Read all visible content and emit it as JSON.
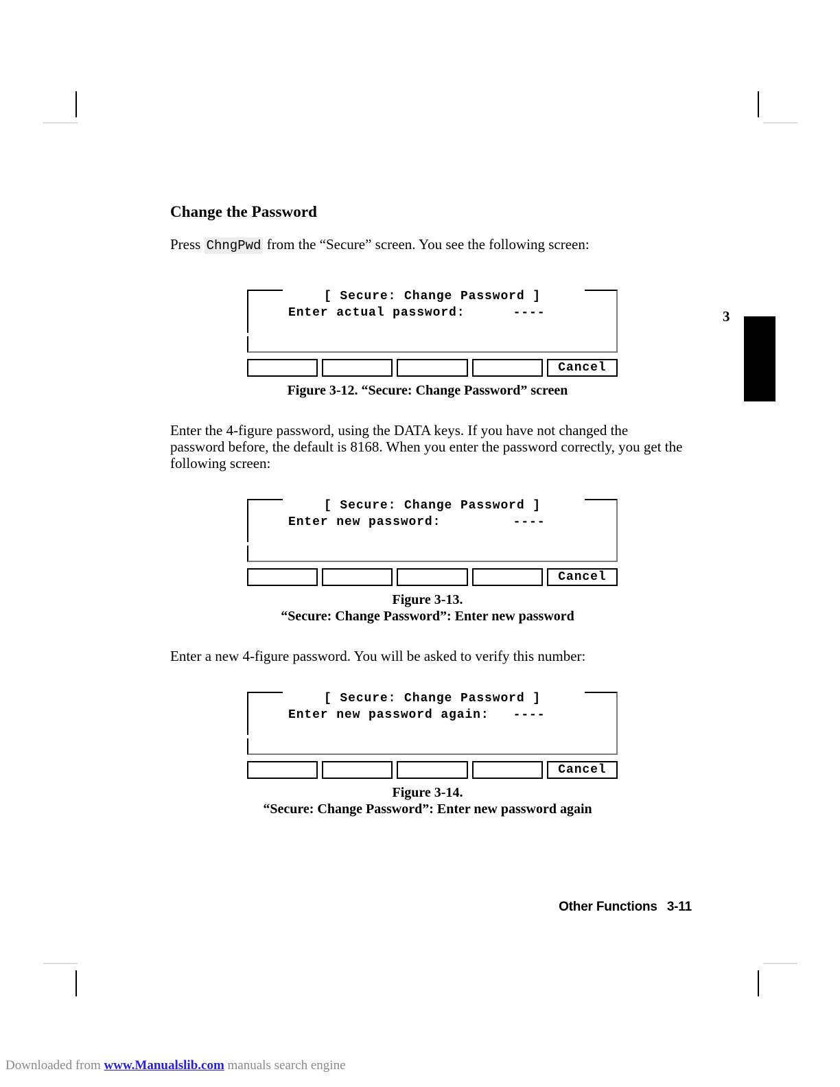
{
  "document": {
    "section_title": "Change the Password",
    "intro_pre": "Press ",
    "intro_key": "ChngPwd",
    "intro_post": " from the “Secure” screen.  You see the following screen:",
    "paragraph_2": "Enter the 4-figure password, using the DATA keys. If you have not changed the password before, the default is 8168.  When you enter the password correctly, you get the following screen:",
    "paragraph_3": "Enter a new 4-figure password.  You will be asked to verify this number:",
    "chapter_number": "3"
  },
  "figures": [
    {
      "screen_title": "[ Secure: Change Password ]",
      "screen_line": "Enter actual password:      ----",
      "softkeys": [
        "",
        "",
        "",
        "",
        "Cancel"
      ],
      "caption_lines": [
        "Figure 3-12.  “Secure:  Change Password” screen"
      ]
    },
    {
      "screen_title": "[ Secure: Change Password ]",
      "screen_line": "Enter new password:         ----",
      "softkeys": [
        "",
        "",
        "",
        "",
        "Cancel"
      ],
      "caption_lines": [
        "Figure 3-13.",
        "“Secure:  Change Password”: Enter new password"
      ]
    },
    {
      "screen_title": "[ Secure: Change Password ]",
      "screen_line": "Enter new password again:   ----",
      "softkeys": [
        "",
        "",
        "",
        "",
        "Cancel"
      ],
      "caption_lines": [
        "Figure 3-14.",
        "“Secure:  Change Password”: Enter new password again"
      ]
    }
  ],
  "footer": {
    "chapter_name": "Other Functions",
    "page_number": "3-11"
  },
  "watermark": {
    "prefix": "Downloaded from ",
    "link": "www.Manualslib.com",
    "suffix": " manuals search engine"
  }
}
